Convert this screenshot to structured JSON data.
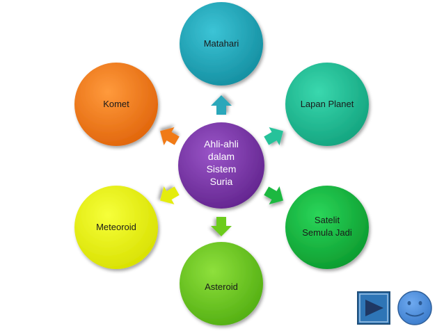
{
  "center": {
    "lines": [
      "Ahli-ahli",
      "dalam",
      "Sistem",
      "Suria"
    ],
    "color": "#7030A0"
  },
  "nodes": {
    "top": {
      "label": "Matahari",
      "color": "#20A5B8"
    },
    "upper_right": {
      "label": "Lapan Planet",
      "color": "#1FBF96"
    },
    "lower_right": {
      "lines": [
        "Satelit",
        "Semula Jadi"
      ],
      "color": "#12B83C"
    },
    "bottom": {
      "label": "Asteroid",
      "color": "#6CCB1E"
    },
    "lower_left": {
      "label": "Meteoroid",
      "color": "#E8F000"
    },
    "upper_left": {
      "label": "Komet",
      "color": "#F07A14"
    }
  },
  "navigation": {
    "next_button": {
      "icon": "play-triangle-icon",
      "color": "#2E75B6"
    },
    "smiley_button": {
      "icon": "smiley-face-icon",
      "color": "#4F93E0"
    }
  }
}
